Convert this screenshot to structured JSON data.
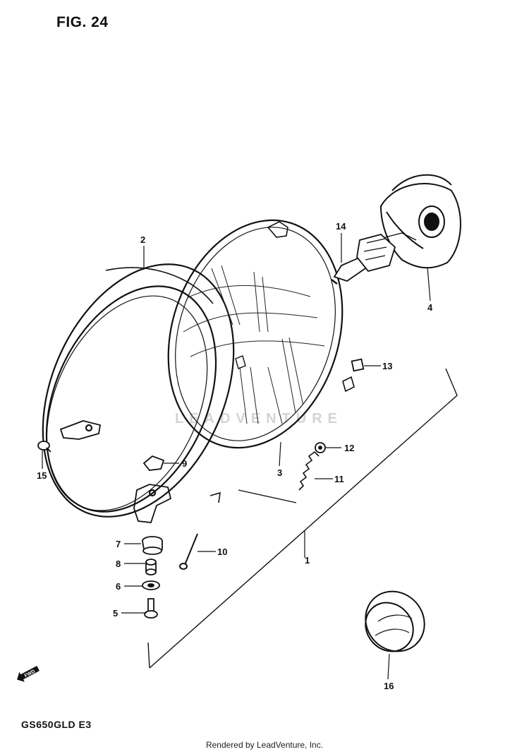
{
  "header": {
    "figure_label": "FIG. 24"
  },
  "footer": {
    "model_code": "GS650GLD E3",
    "credit": "Rendered by LeadVenture, Inc."
  },
  "watermark": {
    "text": "LEADVENTURE"
  },
  "badge": {
    "text": "FWD"
  },
  "callouts": {
    "p1": "1",
    "p2": "2",
    "p3": "3",
    "p4": "4",
    "p5": "5",
    "p6": "6",
    "p7": "7",
    "p8": "8",
    "p9": "9",
    "p10": "10",
    "p11": "11",
    "p12": "12",
    "p13": "13",
    "p14": "14",
    "p15": "15",
    "p16": "16"
  }
}
